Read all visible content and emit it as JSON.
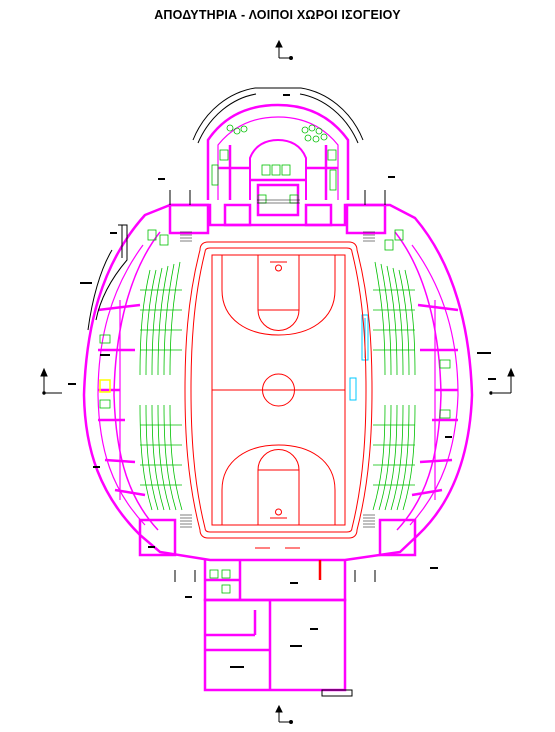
{
  "plan": {
    "title": "ΑΠΟΔΥΤΗΡΙΑ - ΛΟΙΠΟΙ ΧΩΡΟΙ ΙΣΟΓΕΙΟΥ",
    "colors": {
      "walls": "#ff00ff",
      "court": "#ff0000",
      "seating": "#00c000",
      "fixtures": "#00c8ff",
      "lines": "#000000",
      "highlight": "#ffff00"
    },
    "section_markers": [
      "section-arrow-top",
      "section-arrow-bottom",
      "section-arrow-left",
      "section-arrow-right"
    ]
  }
}
